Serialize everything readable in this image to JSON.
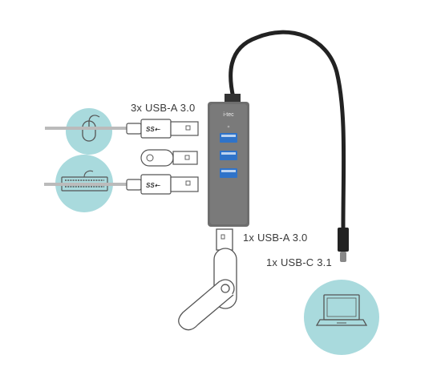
{
  "labels": {
    "usb_a_three": "3x USB-A 3.0",
    "usb_a_one": "1x USB-A 3.0",
    "usb_c": "1x USB-C 3.1"
  },
  "hub": {
    "brand": "i-tec",
    "port_logo": "SS⇠"
  },
  "plugs": {
    "logo": "SS⇠"
  },
  "icons": [
    "mouse-icon",
    "keyboard-icon",
    "laptop-icon",
    "usb-flash-drive-icon"
  ],
  "colors": {
    "teal_circle": "#a9dadd",
    "hub_body": "#6c6c6c",
    "port_blue": "#2f73c9",
    "outline": "#555555",
    "cable": "#222222"
  }
}
